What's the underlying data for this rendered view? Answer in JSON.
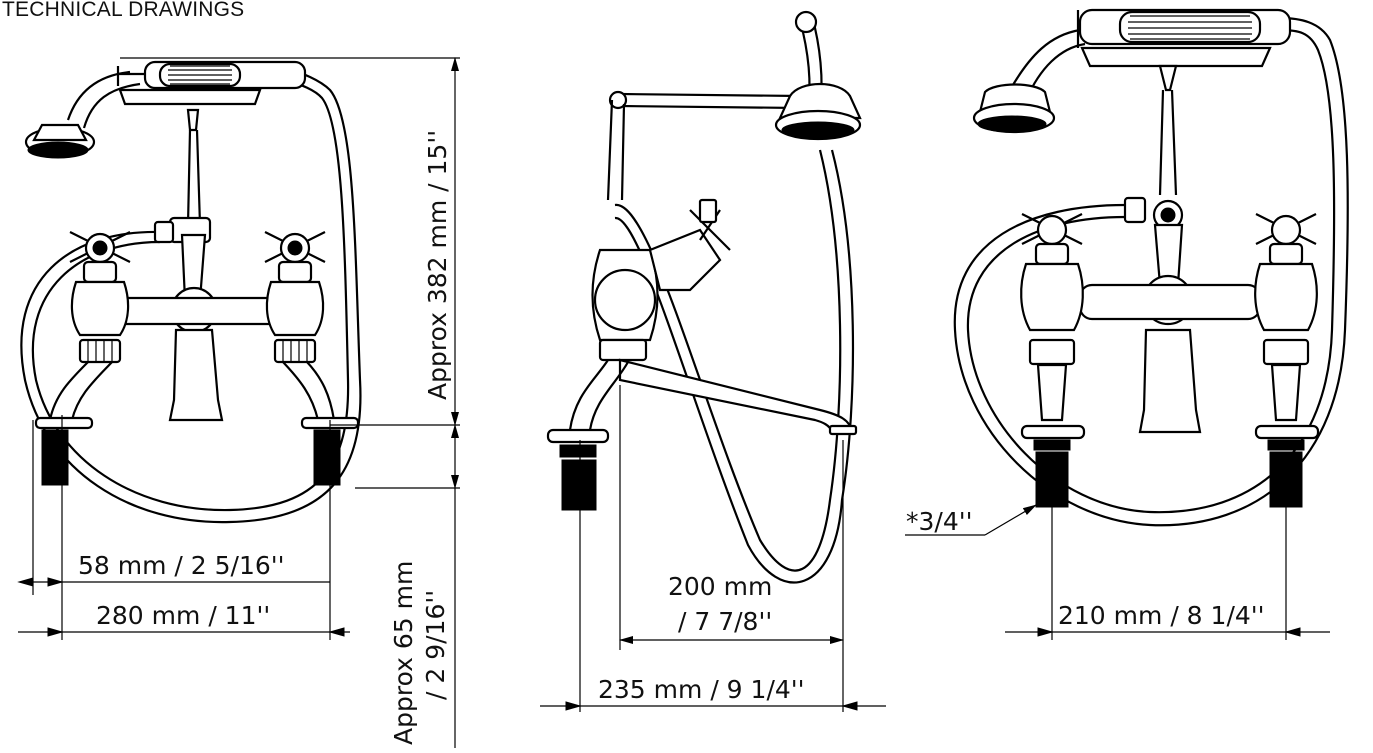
{
  "page": {
    "title": "TECHNICAL DRAWINGS"
  },
  "dims": {
    "height_total": "Approx 382 mm / 15''",
    "spacing_58": "58 mm / 2 5/16''",
    "width_280": "280 mm / 11''",
    "approx_65_line1": "Approx 65 mm",
    "approx_65_line2": "/ 2 9/16''",
    "reach_200_line1": "200 mm",
    "reach_200_line2": "/ 7 7/8''",
    "depth_235": "235 mm / 9 1/4''",
    "thread": "*3/4''",
    "width_210": "210 mm / 8 1/4''"
  },
  "colors": {
    "line": "#000000",
    "background": "#ffffff"
  }
}
